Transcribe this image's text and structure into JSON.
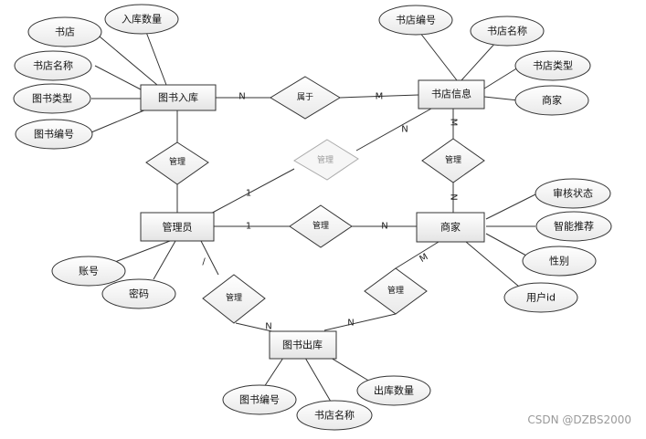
{
  "entities": {
    "book_in": "图书入库",
    "store_info": "书店信息",
    "admin": "管理员",
    "merchant": "商家",
    "book_out": "图书出库"
  },
  "relations": {
    "belongs": "属于",
    "manage_in": "管理",
    "manage_store": "管理",
    "manage_merchant": "管理",
    "manage_mc_store": "管理",
    "manage_out_admin": "管理",
    "manage_out_merchant": "管理"
  },
  "attributes": {
    "book_in": {
      "store": "书店",
      "in_qty": "入库数量",
      "store_name": "书店名称",
      "book_type": "图书类型",
      "book_no": "图书编号"
    },
    "store_info": {
      "store_no": "书店编号",
      "store_name": "书店名称",
      "store_type": "书店类型",
      "merchant": "商家"
    },
    "merchant": {
      "audit_status": "审核状态",
      "smart_rec": "智能推荐",
      "gender": "性别",
      "user_id": "用户id"
    },
    "admin": {
      "account": "账号",
      "password": "密码"
    },
    "book_out": {
      "book_no": "图书编号",
      "book_name": "书店名称",
      "out_qty": "出库数量"
    }
  },
  "cardinality": {
    "in_belongs": "N",
    "store_belongs": "M",
    "admin_store": "1",
    "store_admin": "N",
    "store_mc": "M",
    "mc_store": "N",
    "admin_mc": "1",
    "mc_admin": "N",
    "admin_out": "/",
    "out_admin": "N",
    "out_mc": "N",
    "mc_out": "M"
  },
  "watermark": "CSDN @DZBS2000"
}
